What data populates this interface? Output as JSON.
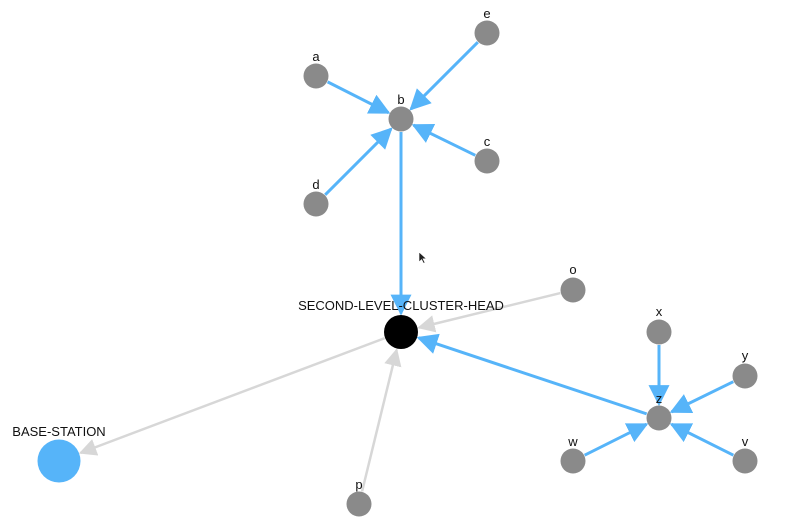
{
  "diagram": {
    "colors": {
      "node": "#8a8a8a",
      "head": "#000000",
      "base": "#56b4f9",
      "active_edge": "#56b4f9",
      "inactive_edge": "#d7d7d7"
    },
    "nodes": [
      {
        "id": "a",
        "label": "a",
        "kind": "sensor"
      },
      {
        "id": "b",
        "label": "b",
        "kind": "sensor"
      },
      {
        "id": "c",
        "label": "c",
        "kind": "sensor"
      },
      {
        "id": "d",
        "label": "d",
        "kind": "sensor"
      },
      {
        "id": "e",
        "label": "e",
        "kind": "sensor"
      },
      {
        "id": "o",
        "label": "o",
        "kind": "sensor"
      },
      {
        "id": "p",
        "label": "p",
        "kind": "sensor"
      },
      {
        "id": "x",
        "label": "x",
        "kind": "sensor"
      },
      {
        "id": "y",
        "label": "y",
        "kind": "sensor"
      },
      {
        "id": "z",
        "label": "z",
        "kind": "sensor"
      },
      {
        "id": "w",
        "label": "w",
        "kind": "sensor"
      },
      {
        "id": "v",
        "label": "v",
        "kind": "sensor"
      },
      {
        "id": "head",
        "label": "SECOND-LEVEL-CLUSTER-HEAD",
        "kind": "head"
      },
      {
        "id": "base",
        "label": "BASE-STATION",
        "kind": "base"
      }
    ],
    "edges": [
      {
        "from": "a",
        "to": "b",
        "active": true
      },
      {
        "from": "e",
        "to": "b",
        "active": true
      },
      {
        "from": "c",
        "to": "b",
        "active": true
      },
      {
        "from": "d",
        "to": "b",
        "active": true
      },
      {
        "from": "b",
        "to": "head",
        "active": true
      },
      {
        "from": "o",
        "to": "head",
        "active": false
      },
      {
        "from": "p",
        "to": "head",
        "active": false
      },
      {
        "from": "z",
        "to": "head",
        "active": true
      },
      {
        "from": "x",
        "to": "z",
        "active": true
      },
      {
        "from": "y",
        "to": "z",
        "active": true
      },
      {
        "from": "w",
        "to": "z",
        "active": true
      },
      {
        "from": "v",
        "to": "z",
        "active": true
      },
      {
        "from": "head",
        "to": "base",
        "active": false
      }
    ]
  }
}
